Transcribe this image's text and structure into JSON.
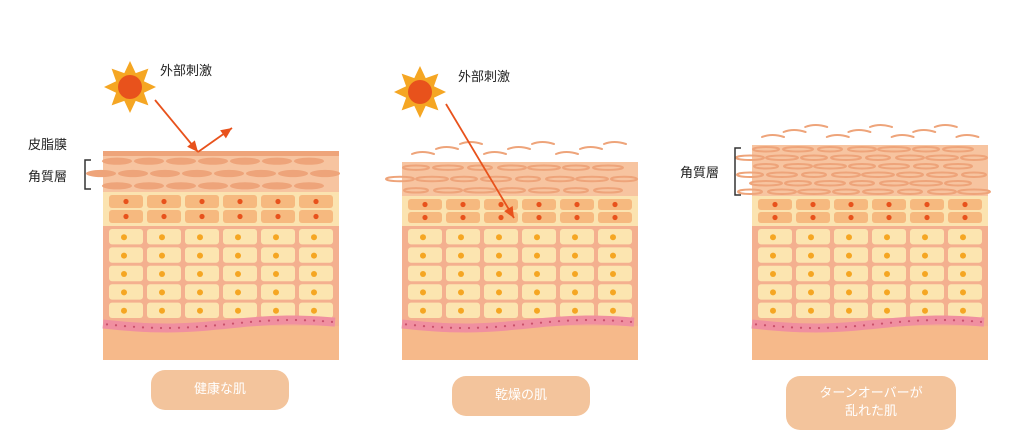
{
  "labels": {
    "external_stimulus_1": "外部刺激",
    "external_stimulus_2": "外部刺激",
    "sebum_film": "皮脂膜",
    "stratum_corneum_1": "角質層",
    "stratum_corneum_3": "角質層"
  },
  "captions": {
    "healthy": "健康な肌",
    "dry": "乾燥の肌",
    "turnover_line1": "ターンオーバーが",
    "turnover_line2": "乱れた肌"
  },
  "colors": {
    "sun_outer": "#f5a623",
    "sun_inner": "#e8521c",
    "arrow": "#e8521c",
    "corneum": "#f7c4a0",
    "corneum_cell": "#eea47a",
    "granular_bg": "#fbe3b0",
    "granular_cell": "#f6b97f",
    "spinous_bg": "#f4b08f",
    "cell": "#fce5b0",
    "nucleus_red": "#e8521c",
    "nucleus_yellow": "#f5a623",
    "basal": "#f08fa0",
    "dermis": "#f6b98a",
    "pill": "#f3c49c"
  }
}
